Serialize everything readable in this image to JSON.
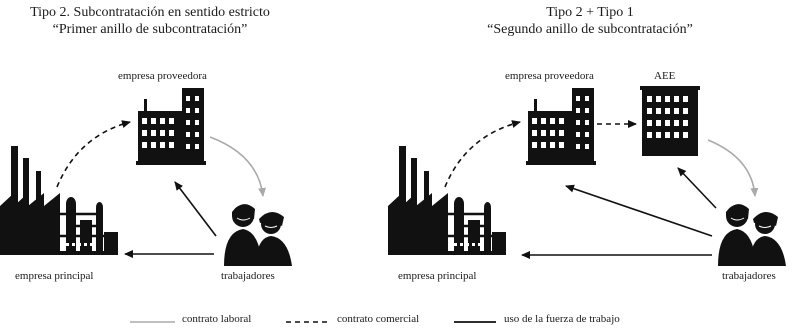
{
  "left": {
    "title_line1": "Tipo 2. Subcontratación en sentido estricto",
    "title_line2": "“Primer anillo de subcontratación”",
    "supplier_label": "empresa proveedora",
    "main_label": "empresa principal",
    "workers_label": "trabajadores"
  },
  "right": {
    "title_line1": "Tipo 2 + Tipo 1",
    "title_line2": "“Segundo anillo de subcontratación”",
    "supplier_label": "empresa proveedora",
    "agency_label": "AEE",
    "main_label": "empresa principal",
    "workers_label": "trabajadores"
  },
  "legend": {
    "labor": "contrato laboral",
    "commercial": "contrato comercial",
    "workforce": "uso de la fuerza de trabajo"
  },
  "colors": {
    "ink": "#111111",
    "labor_line": "#aaaaaa"
  }
}
